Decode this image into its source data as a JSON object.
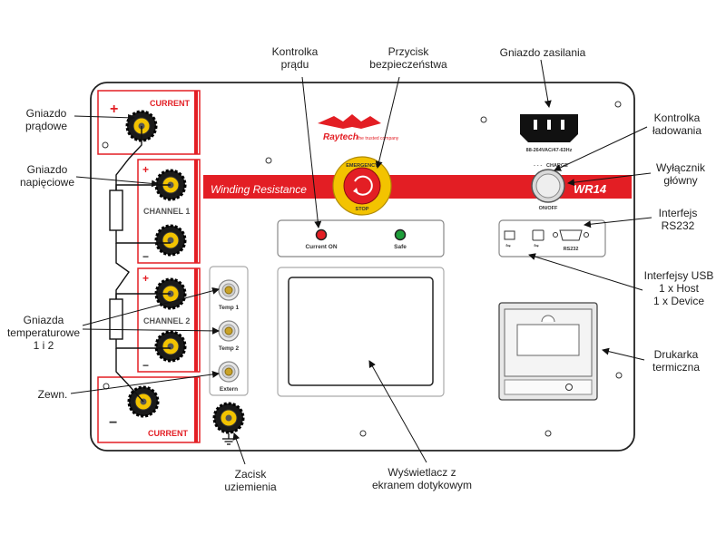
{
  "panel": {
    "brand_name": "Raytech",
    "brand_tagline": "the trusted company",
    "band_title": "Winding Resistance",
    "model": "WR14",
    "current_label": "CURRENT",
    "channel1_label": "CHANNEL 1",
    "channel2_label": "CHANNEL 2",
    "plus": "+",
    "minus": "−",
    "temp1": "Temp 1",
    "temp2": "Temp 2",
    "extern": "Extern",
    "current_on": "Current ON",
    "safe": "Safe",
    "emergency": "EMERGENCY",
    "stop": "STOP",
    "power_spec": "88-264VAC/47-63Hz",
    "charge": "CHARGE",
    "onoff": "ON/OFF",
    "rs232": "RS232",
    "usb_glyph": "⇋"
  },
  "callouts": {
    "gniazdo_pradowe": "Gniazdo\nprądowe",
    "gniazdo_napieciowe": "Gniazdo\nnapięciowe",
    "gniazda_temperaturowe": "Gniazda\ntemperaturowe\n1 i 2",
    "zewn": "Zewn.",
    "zacisk_uziemienia": "Zacisk\nuziemienia",
    "kontrolka_pradu": "Kontrolka\nprądu",
    "przycisk_bezpieczenstwa": "Przycisk\nbezpieczeństwa",
    "gniazdo_zasilania": "Gniazdo zasilania",
    "kontrolka_ladowania": "Kontrolka\nładowania",
    "wylacznik_glowny": "Wyłącznik\ngłówny",
    "interfejs_rs232": "Interfejs\nRS232",
    "interfejsy_usb": "Interfejsy USB\n1 x Host\n1 x Device",
    "drukarka_termiczna": "Drukarka\ntermiczna",
    "wyswietlacz": "Wyświetlacz z\nekranem dotykowym"
  },
  "colors": {
    "accent_red": "#e31e24",
    "panel_fill": "#ffffff",
    "outline": "#222222",
    "knob_yellow": "#f3c300",
    "led_red": "#e31e24",
    "led_green": "#1e9e3a"
  }
}
